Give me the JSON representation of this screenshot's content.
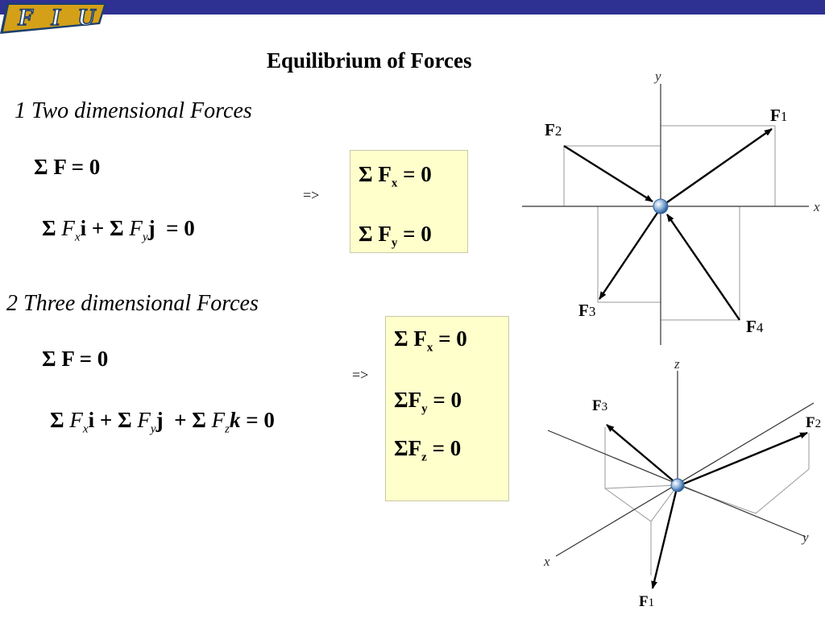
{
  "header": {
    "logo_text": "FIU",
    "bar_color": "#2e3192",
    "logo_color": "#d4a017"
  },
  "slide": {
    "title": "Equilibrium of Forces"
  },
  "section_2d": {
    "heading": "1 Two dimensional Forces",
    "eq_sum": {
      "sigma": "Σ",
      "rest": " F = 0"
    },
    "eq_vector": {
      "sigma1": "Σ",
      "f1": "F",
      "x": "x",
      "i": "i",
      "plus": " + ",
      "sigma2": "Σ",
      "f2": "F",
      "y": "y",
      "j": "j",
      "rest": "  = 0"
    },
    "arrow": "=>",
    "box": {
      "color": "#ffffcc",
      "eq1": {
        "sigma": "Σ",
        "f": " F",
        "sub": "x",
        "rest": " = 0"
      },
      "eq2": {
        "sigma": "Σ",
        "f": " F",
        "sub": "y",
        "rest": " = 0"
      }
    }
  },
  "section_3d": {
    "heading": "2 Three dimensional Forces",
    "eq_sum": {
      "sigma": "Σ",
      "rest": " F = 0"
    },
    "eq_vector": {
      "sigma1": "Σ",
      "f1": "F",
      "x": "x",
      "i": "i",
      "plus1": " + ",
      "sigma2": "Σ",
      "f2": "F",
      "y": "y",
      "j": "j",
      "plus2": "  + ",
      "sigma3": "Σ",
      "f3": "F",
      "z": "z",
      "k": "k",
      "rest": " = 0"
    },
    "arrow": "=>",
    "box": {
      "eq1": {
        "sigma": "Σ",
        "f": " F",
        "sub": "x",
        "rest": " = 0"
      },
      "eq2": {
        "sigma": "Σ",
        "f": "F",
        "sub": "y",
        "rest": " = 0"
      },
      "eq3": {
        "sigma": "Σ",
        "f": "F",
        "sub": "z",
        "rest": " = 0"
      }
    }
  },
  "diagram_2d": {
    "axis_x": "x",
    "axis_y": "y",
    "forces": [
      {
        "name": "F",
        "sub": "1"
      },
      {
        "name": "F",
        "sub": "2"
      },
      {
        "name": "F",
        "sub": "3"
      },
      {
        "name": "F",
        "sub": "4"
      }
    ]
  },
  "diagram_3d": {
    "axis_x": "x",
    "axis_y": "y",
    "axis_z": "z",
    "forces": [
      {
        "name": "F",
        "sub": "1"
      },
      {
        "name": "F",
        "sub": "2"
      },
      {
        "name": "F",
        "sub": "3"
      }
    ]
  }
}
